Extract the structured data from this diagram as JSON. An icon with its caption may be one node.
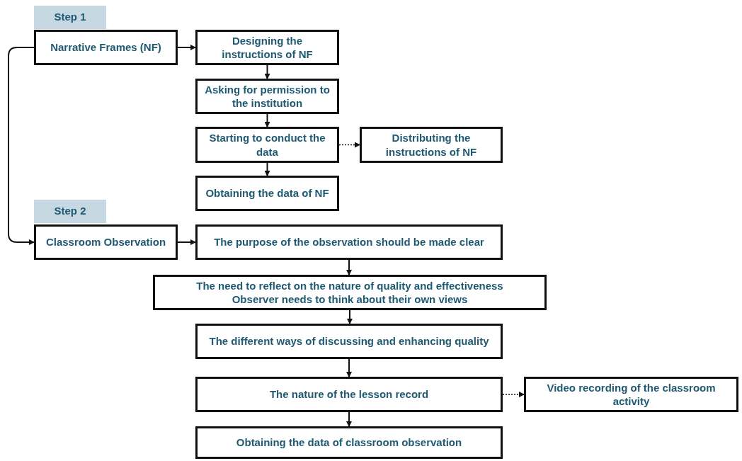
{
  "diagram": {
    "nodes": [
      {
        "text": [
          "Step 1"
        ]
      },
      {
        "text": [
          "Narrative Frames (NF)"
        ]
      },
      {
        "text": [
          "Designing the instructions of NF"
        ]
      },
      {
        "text": [
          "Asking for permission to the institution"
        ]
      },
      {
        "text": [
          "Starting to conduct the data"
        ]
      },
      {
        "text": [
          "Distributing the instructions of NF"
        ]
      },
      {
        "text": [
          "Obtaining the data of NF"
        ]
      },
      {
        "text": [
          "Step 2"
        ]
      },
      {
        "text": [
          "Classroom Observation"
        ]
      },
      {
        "text": [
          "The purpose of the observation should be made clear"
        ]
      },
      {
        "text": [
          "The need to reflect on the nature of quality and effectiveness",
          "Observer needs to think about their own views"
        ]
      },
      {
        "text": [
          "The different ways of discussing and enhancing quality"
        ]
      },
      {
        "text": [
          "The nature of the lesson record"
        ]
      },
      {
        "text": [
          "Video recording of the classroom activity"
        ]
      },
      {
        "text": [
          "Obtaining the data of classroom observation"
        ]
      }
    ],
    "edges": [
      {
        "from": 1,
        "to": 2,
        "arrow": "to"
      },
      {
        "from": 2,
        "to": 3,
        "arrow": "to"
      },
      {
        "from": 3,
        "to": 4,
        "arrow": "to"
      },
      {
        "from": 4,
        "to": 5,
        "arrow": "to",
        "style": "dashed"
      },
      {
        "from": 4,
        "to": 6,
        "arrow": "to"
      },
      {
        "from": 1,
        "to": 8,
        "arrow": "to"
      },
      {
        "from": 8,
        "to": 9,
        "arrow": "to"
      },
      {
        "from": 9,
        "to": 10,
        "arrow": "to"
      },
      {
        "from": 10,
        "to": 11,
        "arrow": "to"
      },
      {
        "from": 11,
        "to": 12,
        "arrow": "to"
      },
      {
        "from": 12,
        "to": 13,
        "arrow": "to",
        "style": "dashed"
      },
      {
        "from": 12,
        "to": 14,
        "arrow": "to"
      }
    ]
  }
}
